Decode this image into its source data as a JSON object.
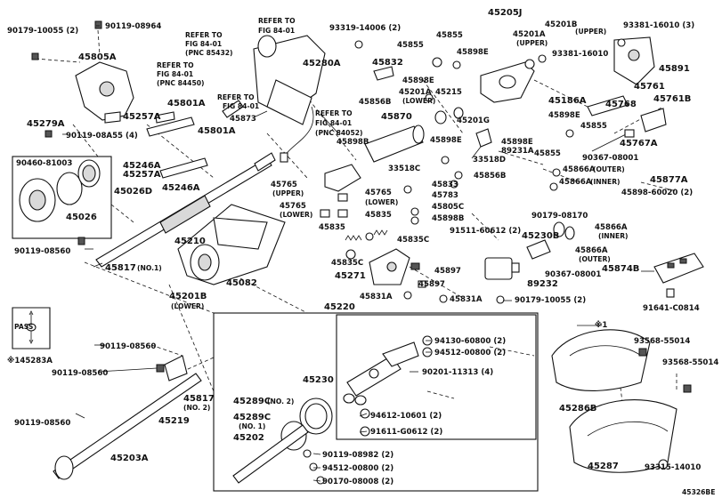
{
  "drawing_id": "45326BE",
  "pass_label": "PASS",
  "labels": {
    "p90179_10055a": "90179-10055 (2)",
    "p90119_08964": "90119-08964",
    "p45805a": "45805A",
    "p45279a": "45279A",
    "p90119_08a55": "90119-08A55 (4)",
    "p90460_81003": "90460-81003",
    "p45026d": "45026D",
    "p45026": "45026",
    "p90119_08560a": "90119-08560",
    "p45817_1": "45817",
    "p45817_1_sfx": "(NO.1)",
    "p45210": "45210",
    "p45082": "45082",
    "p45201b_low": "45201B",
    "p45201b_low_sfx": "(LOWER)",
    "ref1_a": "REFER TO",
    "ref1_b": "FIG 84-01",
    "ref2_a": "REFER TO",
    "ref2_b": "FIG 84-01",
    "ref2_c": "(PNC 85432)",
    "ref3_a": "REFER TO",
    "ref3_b": "FIG 84-01",
    "ref3_c": "(PNC 84450)",
    "ref4_a": "REFER TO",
    "ref4_b": "FIG 84-01",
    "ref5_a": "REFER TO",
    "ref5_b": "FIG 84-01",
    "ref5_c": "(PNC 84052)",
    "p45280a": "45280A",
    "p45801a_a": "45801A",
    "p45801a_b": "45801A",
    "p45257a_a": "45257A",
    "p45257a_b": "45257A",
    "p45246a_a": "45246A",
    "p45246a_b": "45246A",
    "p45873": "45873",
    "p93319_14006": "93319-14006 (2)",
    "p45832": "45832",
    "p45855_a": "45855",
    "p45855_b": "45855",
    "p45898e_a": "45898E",
    "p45898e_b": "45898E",
    "p45856b_a": "45856B",
    "p45201a_low": "45201A",
    "p45201a_low_sfx": "(LOWER)",
    "p45215": "45215",
    "p45205j": "45205J",
    "p45201b_up": "45201B",
    "p45201b_up_sfx": "(UPPER)",
    "p45201a_up": "45201A",
    "p45201a_up_sfx": "(UPPER)",
    "p93381_16010a": "93381-16010 (3)",
    "p93381_16010b": "93381-16010",
    "p45891": "45891",
    "p45186a": "45186A",
    "p45201g": "45201G",
    "p45898e_c": "45898E",
    "p45855_c": "45855",
    "p45768": "45768",
    "p45761": "45761",
    "p45761b": "45761B",
    "p45767a": "45767A",
    "p90367_08001a": "90367-08001",
    "p45866a_out": "45866A",
    "p45866a_out_sfx": "(OUTER)",
    "p45866a_inn": "45866A",
    "p45866a_inn_sfx": "(INNER)",
    "p45877a": "45877A",
    "p45898_60020": "45898-60020 (2)",
    "p45870": "45870",
    "p45898b": "45898B",
    "p45898e_d": "45898E",
    "p89231a": "89231A",
    "p45898e_e": "45898E",
    "p45855_d": "45855",
    "p33518c": "33518C",
    "p33518d": "33518D",
    "p45856b_b": "45856B",
    "p45765_up": "45765",
    "p45765_up_sfx": "(UPPER)",
    "p45765_low1": "45765",
    "p45765_low1_sfx": "(LOWER)",
    "p45765_low2": "45765",
    "p45765_low2_sfx": "(LOWER)",
    "p45833": "45833",
    "p45783": "45783",
    "p45805c": "45805C",
    "p45835_a": "45835",
    "p45898b_b": "45898B",
    "p45835_b": "45835",
    "p45835c_a": "45835C",
    "p45835c_b": "45835C",
    "p45271": "45271",
    "p45897_a": "45897",
    "p45897_b": "45897",
    "p45831a_a": "45831A",
    "p45831a_b": "45831A",
    "p45220": "45220",
    "p91511_60612": "91511-60612 (2)",
    "p45230b": "45230B",
    "p90179_08170": "90179-08170",
    "p45866a_out2": "45866A",
    "p45866a_out2_sfx": "(OUTER)",
    "p90367_08001b": "90367-08001",
    "p45866a_inn2": "45866A",
    "p45866a_inn2_sfx": "(INNER)",
    "p89232": "89232",
    "p90179_10055b": "90179-10055 (2)",
    "p45874b": "45874B",
    "p91641_c0814": "91641-C0814",
    "p45283a": "※145283A",
    "p90119_08560b": "90119-08560",
    "p90119_08560c": "90119-08560",
    "p45817_2": "45817",
    "p45817_2_sfx": "(NO. 2)",
    "p45219": "45219",
    "p90119_08560d": "90119-08560",
    "p45203a": "45203A",
    "p45230": "45230",
    "p94130_60800": "94130-60800 (2)",
    "p94512_00800a": "94512-00800 (2)",
    "p90201_11313": "90201-11313 (4)",
    "p94612_10601": "94612-10601 (2)",
    "p91611_g0612": "91611-G0612 (2)",
    "p45289c_2": "45289C",
    "p45289c_2_sfx": "(NO. 2)",
    "p45289c_1": "45289C",
    "p45289c_1_sfx": "(NO. 1)",
    "p45202": "45202",
    "p90119_08982": "90119-08982 (2)",
    "p94512_00800b": "94512-00800 (2)",
    "p90170_08008": "90170-08008 (2)",
    "p_note1": "※1",
    "p45286b": "45286B",
    "p93568_55014a": "93568-55014",
    "p93568_55014b": "93568-55014",
    "p45287": "45287",
    "p93315_14010": "93315-14010"
  }
}
